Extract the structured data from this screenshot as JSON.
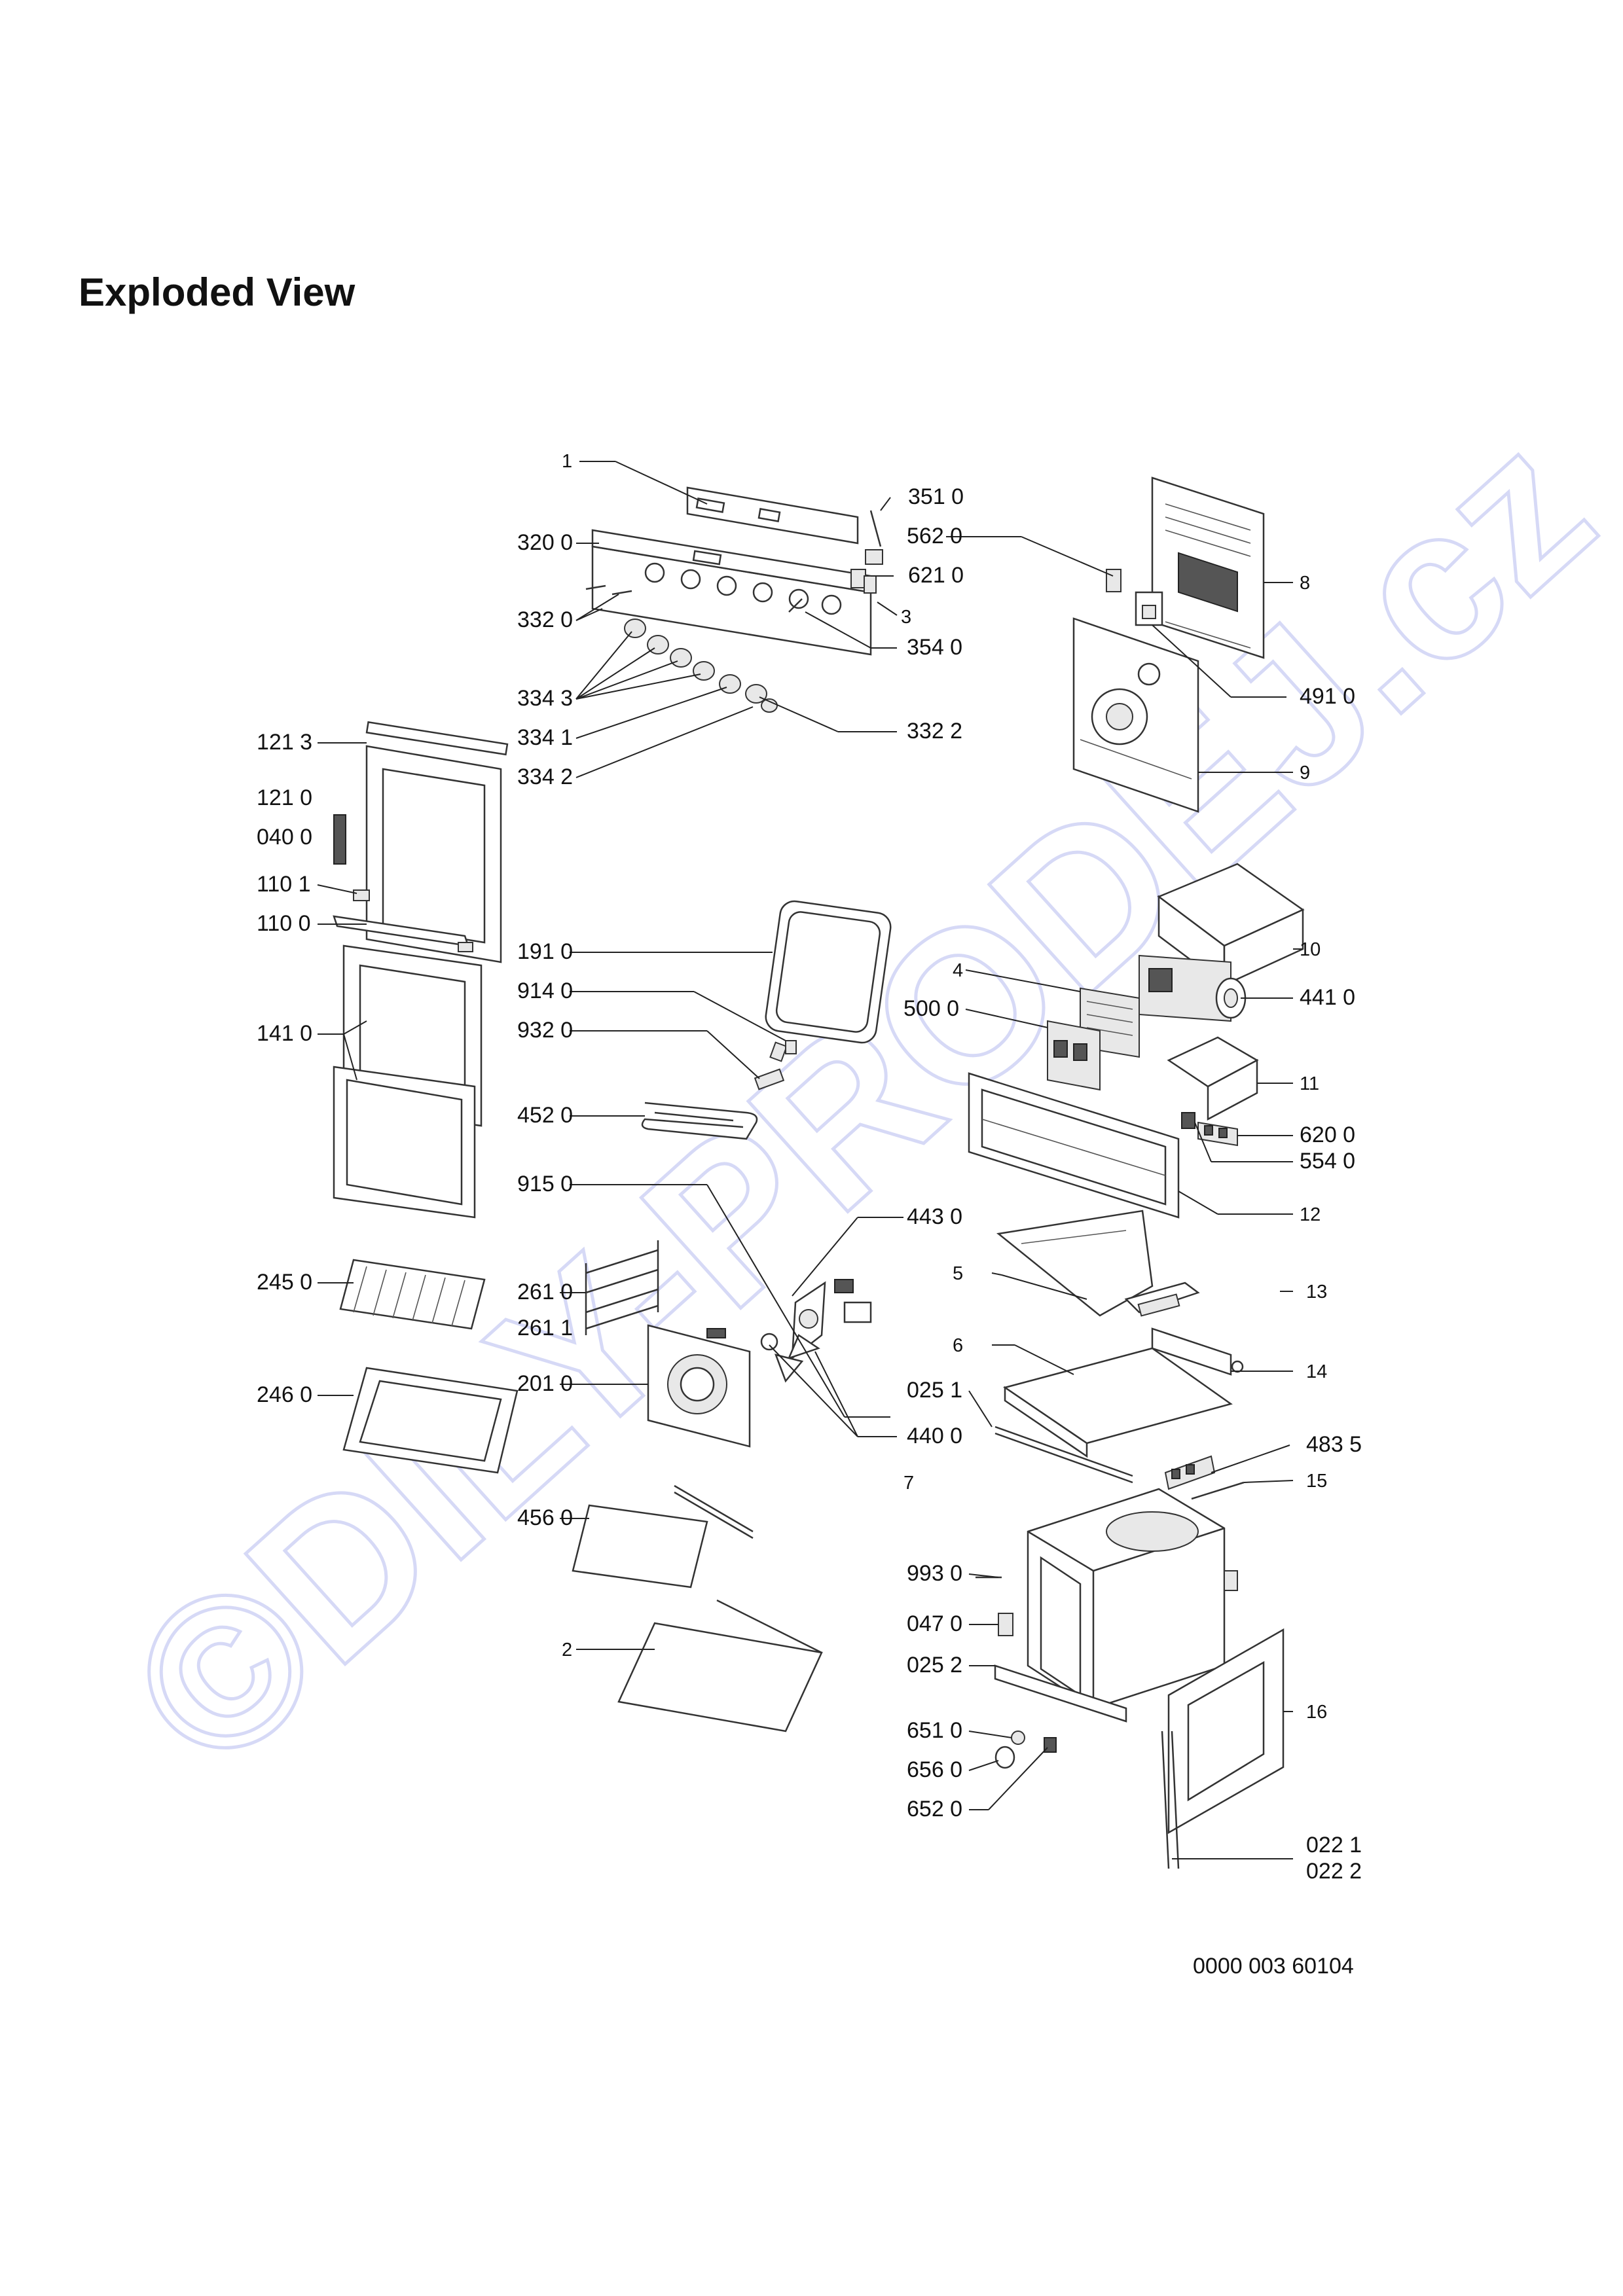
{
  "page": {
    "title": "Exploded View",
    "document_number": "0000 003 60104",
    "watermark": "©DILY-PRODEJ.cz"
  },
  "colors": {
    "watermark": "#c9cdf3",
    "line": "#222222"
  },
  "labels": {
    "p1": "1",
    "p3510": "351 0",
    "p5620": "562 0",
    "p3200": "320 0",
    "p6210": "621 0",
    "p3": "3",
    "p8": "8",
    "p3320": "332 0",
    "p3540": "354 0",
    "p3343": "334 3",
    "p4910": "491 0",
    "p3341": "334 1",
    "p3322": "332 2",
    "p1213": "121 3",
    "p3342": "334 2",
    "p9": "9",
    "p1210": "121 0",
    "p0400": "040 0",
    "p1101": "110 1",
    "p1100": "110 0",
    "p10": "10",
    "p1910": "191 0",
    "p4": "4",
    "p9140": "914 0",
    "p4410": "441 0",
    "p5000": "500 0",
    "p1410": "141 0",
    "p9320": "932 0",
    "p11": "11",
    "p4520": "452 0",
    "p6200": "620 0",
    "p5540": "554 0",
    "p9150": "915 0",
    "p12": "12",
    "p4430": "443 0",
    "p2450": "245 0",
    "p5": "5",
    "p2610": "261 0",
    "p13": "13",
    "p2611": "261 1",
    "p6": "6",
    "p14": "14",
    "p2010": "201 0",
    "p0251": "025 1",
    "p2460": "246 0",
    "p4400": "440 0",
    "p4835": "483 5",
    "p7": "7",
    "p15": "15",
    "p4560": "456 0",
    "p9930": "993 0",
    "p0470": "047 0",
    "p2": "2",
    "p0252": "025 2",
    "p16": "16",
    "p6510": "651 0",
    "p6560": "656 0",
    "p6520": "652 0",
    "p0221": "022 1",
    "p0222": "022 2"
  }
}
